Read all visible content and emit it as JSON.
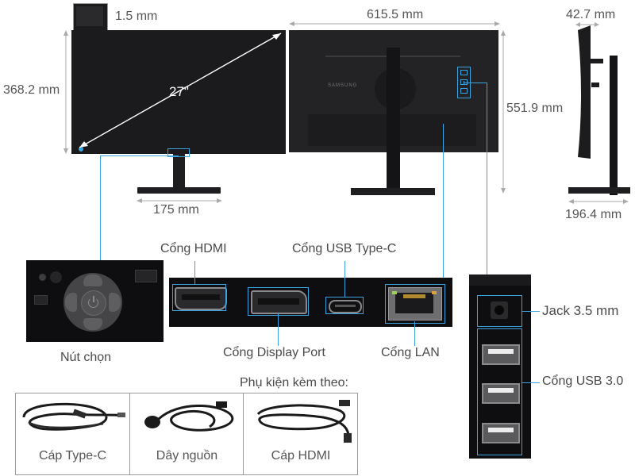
{
  "dimensions": {
    "bezel": "1.5 mm",
    "width": "615.5 mm",
    "depth": "42.7 mm",
    "screen_height": "368.2 mm",
    "diagonal": "27\"",
    "height": "551.9 mm",
    "stand_width": "175 mm",
    "stand_depth": "196.4 mm"
  },
  "back_brand": "SAMSUNG",
  "ports": {
    "hdmi": "Cổng HDMI",
    "usb_c": "Cổng USB Type-C",
    "displayport": "Cổng Display Port",
    "lan": "Cổng LAN",
    "jack": "Jack 3.5 mm",
    "usb3": "Cổng USB 3.0",
    "control": "Nút chọn"
  },
  "accessories": {
    "heading": "Phụ kiện kèm theo:",
    "items": [
      {
        "label": "Cáp Type-C"
      },
      {
        "label": "Dây nguồn"
      },
      {
        "label": "Cáp HDMI"
      }
    ]
  },
  "colors": {
    "accent": "#3ba3e0",
    "panel": "#1b1b1d",
    "panel_back": "#232326",
    "port": "#0e0e10"
  }
}
